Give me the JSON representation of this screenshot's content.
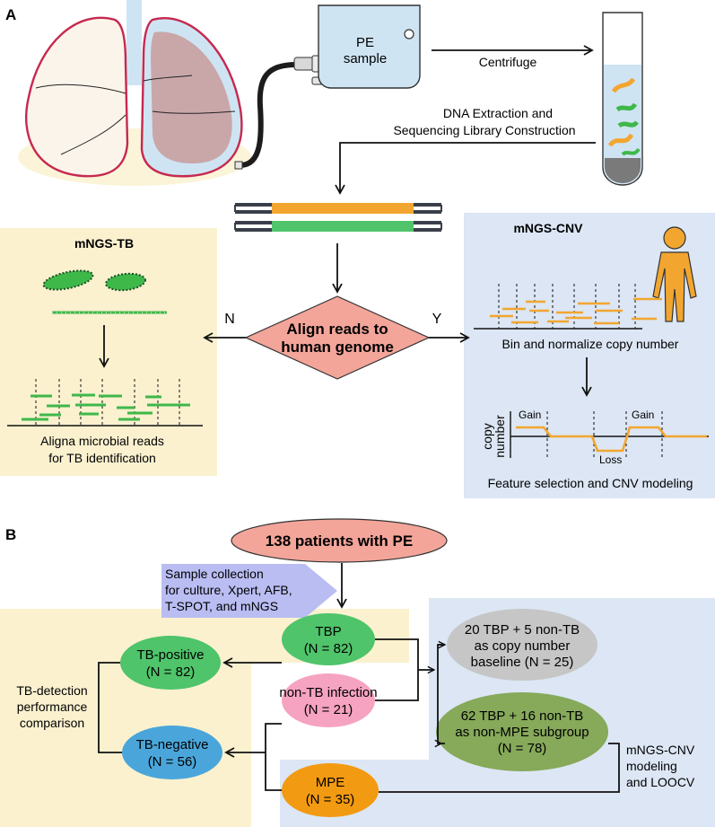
{
  "panels": {
    "a_label": "A",
    "b_label": "B"
  },
  "panel_a": {
    "pe_bag": [
      "PE",
      "sample"
    ],
    "centrifuge": "Centrifuge",
    "dna_extraction": [
      "DNA Extraction and",
      "Sequencing Library Construction"
    ],
    "align_decision": [
      "Align reads to",
      "human genome"
    ],
    "no_label": "N",
    "yes_label": "Y",
    "tb_box": {
      "title": "mNGS-TB",
      "caption": [
        "Aligna microbial reads",
        "for TB identification"
      ]
    },
    "cnv_box": {
      "title": "mNGS-CNV",
      "bin_caption": "Bin and normalize copy number",
      "axis_label": [
        "copy",
        "number"
      ],
      "gain1": "Gain",
      "gain2": "Gain",
      "loss": "Loss",
      "model_caption": "Feature selection and CNV modeling"
    }
  },
  "panel_b": {
    "root": "138 patients with PE",
    "collection_note": [
      "Sample collection",
      "for culture, Xpert, AFB,",
      "T-SPOT, and mNGS"
    ],
    "groups": {
      "tbp": [
        "TBP",
        "(N = 82)"
      ],
      "non_tb": [
        "non-TB infection",
        "(N = 21)"
      ],
      "mpe": [
        "MPE",
        "(N = 35)"
      ],
      "tb_positive": [
        "TB-positive",
        "(N = 82)"
      ],
      "tb_negative": [
        "TB-negative",
        "(N = 56)"
      ],
      "baseline": [
        "20 TBP + 5 non-TB",
        "as copy number",
        "baseline (N = 25)"
      ],
      "non_mpe": [
        "62 TBP + 16 non-TB",
        "as non-MPE subgroup",
        "(N = 78)"
      ]
    },
    "left_note": [
      "TB-detection",
      "performance",
      "comparison"
    ],
    "right_note": [
      "mNGS-CNV",
      "modeling",
      "and LOOCV"
    ]
  },
  "colors": {
    "yellow_panel": "#fbf1cf",
    "blue_panel": "#dce6f4",
    "diamond": "#f3a59a",
    "root_ellipse": "#f3a59a",
    "green": "#4fc46a",
    "pink": "#f5a3c0",
    "orange": "#f29a12",
    "blue": "#4aa6da",
    "grey": "#c6c6c6",
    "olive": "#86a95a",
    "lavender": "#b9bdf2",
    "lung_edge": "#c6294f",
    "lung_fill": "#c9a7a9",
    "tb_green": "#3fb84a",
    "cnv_orange": "#f2a630"
  }
}
